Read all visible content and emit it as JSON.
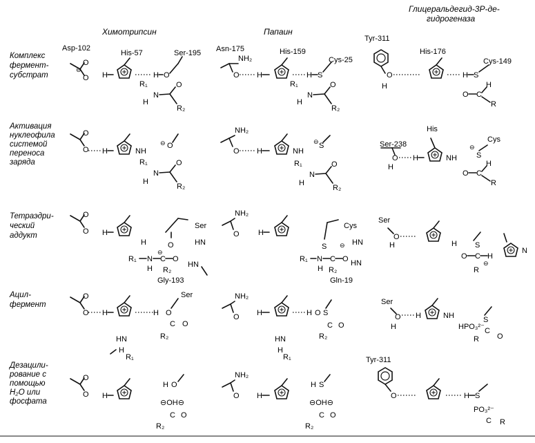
{
  "headers": {
    "chymotrypsin": "Химотрипсин",
    "papain": "Папаин",
    "gapdh_line1": "Глицеральдегид-3Р-де-",
    "gapdh_line2": "гидрогеназа"
  },
  "rows": [
    [
      "Комплекс",
      "фермент-",
      "субстрат"
    ],
    [
      "Активация",
      "нуклеофила",
      "системой",
      "переноса",
      "заряда"
    ],
    [
      "Тетраэдри-",
      "ческий",
      "аддукт"
    ],
    [
      "Ацил-",
      "фермент"
    ],
    [
      "Дезацили-",
      "рование с",
      "помощью",
      "H₂O или",
      "фосфата"
    ]
  ],
  "residues": {
    "asp102": "Asp-102",
    "his57": "His-57",
    "ser195": "Ser-195",
    "asn175": "Asn-175",
    "his159": "His-159",
    "cys25": "Cys-25",
    "tyr311": "Tyr-311",
    "his176": "His-176",
    "cys149": "Cys-149",
    "his": "His",
    "ser238": "Ser-238",
    "cys": "Cys",
    "ser": "Ser",
    "gly193": "Gly-193",
    "gln19": "Gln-19",
    "tyr311b": "Tyr-311"
  },
  "atoms": {
    "NH2": "NH₂",
    "HN": "HN",
    "NH": "NH",
    "N": "N",
    "H": "H",
    "O": "O",
    "C": "C",
    "S": "S",
    "R": "R",
    "R1": "R₁",
    "R2": "R₂",
    "HPO3": "HPO₃²⁻",
    "PO3": "PO₃²⁻",
    "OH": "⊖OH⊖",
    "minus": "⊖"
  }
}
